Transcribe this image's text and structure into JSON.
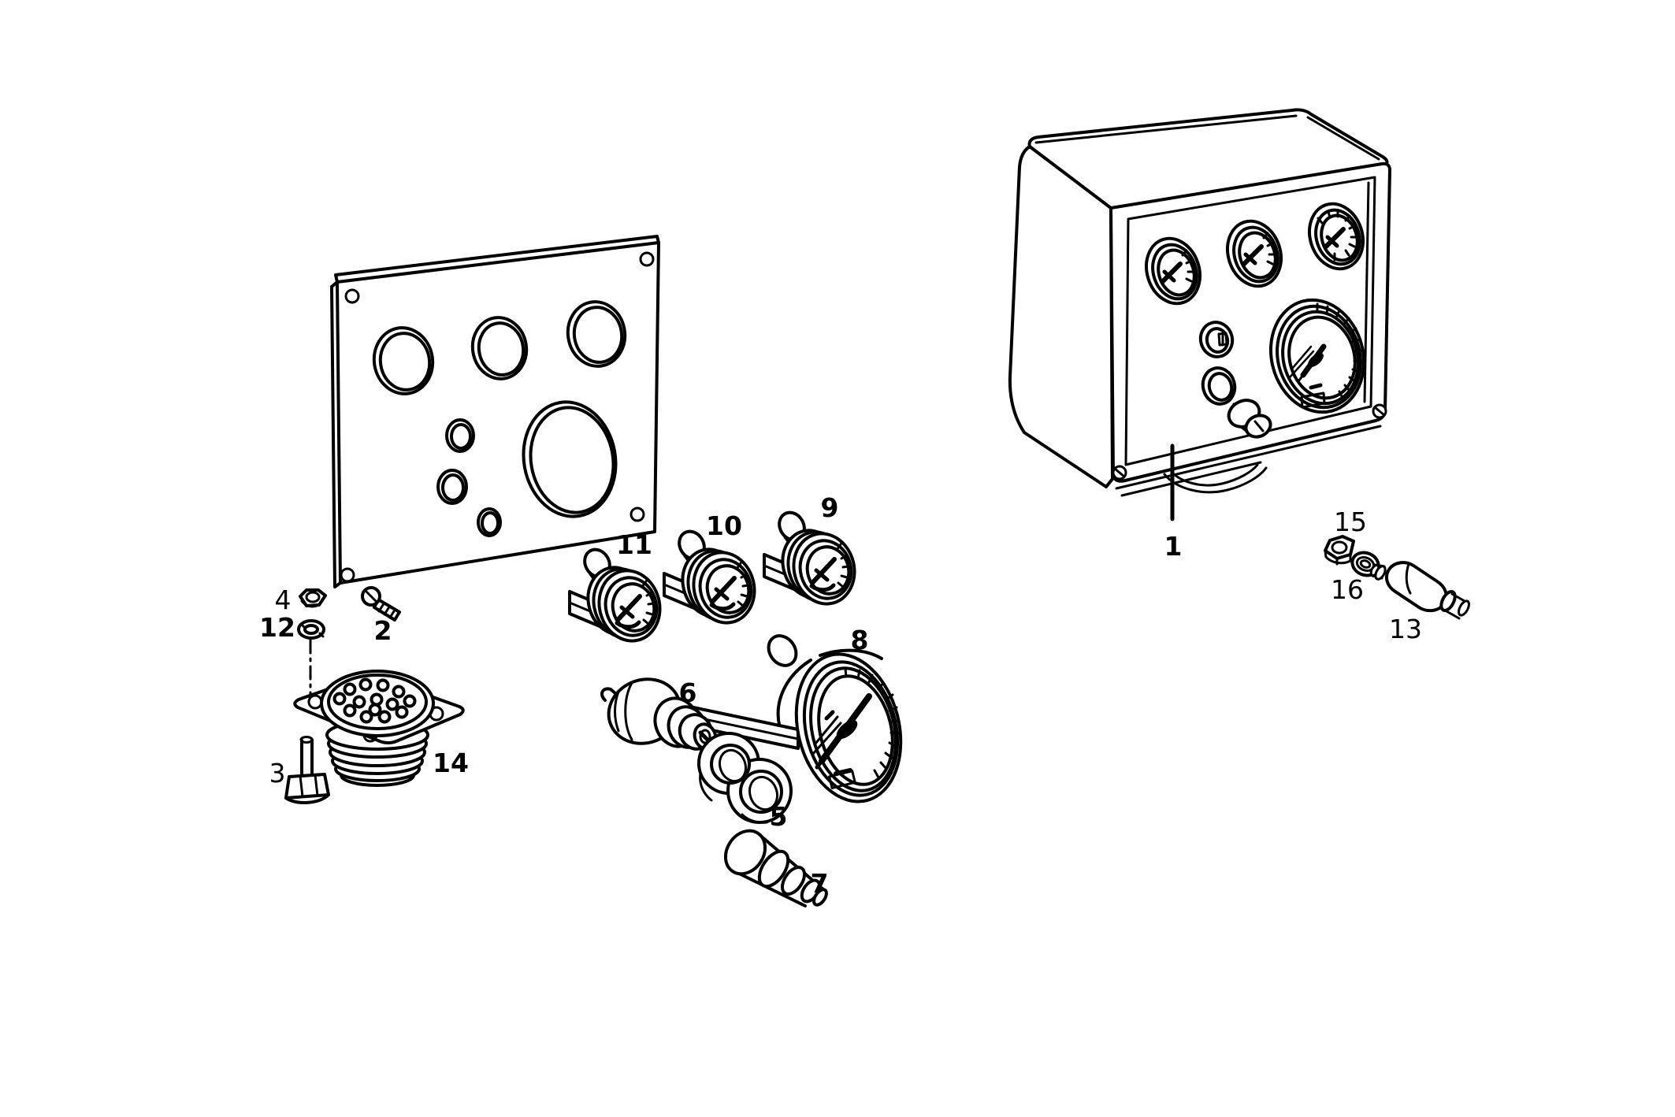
{
  "diagram": {
    "type": "exploded-parts-diagram",
    "subject": "instrument-panel-assembly",
    "colors": {
      "ink": "#000000",
      "background": "#ffffff"
    },
    "part_labels": [
      {
        "text": "1",
        "weight": "bold"
      },
      {
        "text": "2",
        "weight": "bold"
      },
      {
        "text": "3",
        "weight": "normal"
      },
      {
        "text": "4",
        "weight": "normal"
      },
      {
        "text": "5",
        "weight": "bold"
      },
      {
        "text": "6",
        "weight": "bold"
      },
      {
        "text": "7",
        "weight": "bold"
      },
      {
        "text": "8",
        "weight": "bold"
      },
      {
        "text": "9",
        "weight": "bold"
      },
      {
        "text": "10",
        "weight": "bold"
      },
      {
        "text": "11",
        "weight": "bold"
      },
      {
        "text": "12",
        "weight": "bold"
      },
      {
        "text": "13",
        "weight": "normal"
      },
      {
        "text": "14",
        "weight": "bold"
      },
      {
        "text": "15",
        "weight": "normal"
      },
      {
        "text": "16",
        "weight": "normal"
      }
    ]
  }
}
